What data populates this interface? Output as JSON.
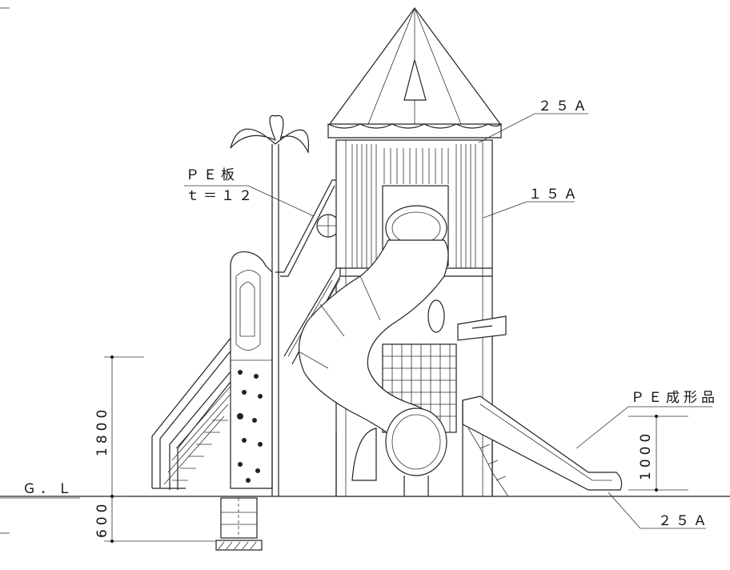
{
  "annotations": {
    "pipe_25a_top": "２５Ａ",
    "pipe_15a": "１５Ａ",
    "pe_board": "ＰＥ板",
    "pe_thickness": "ｔ＝１２",
    "pe_molded": "ＰＥ成形品",
    "pipe_25a_bottom": "２５Ａ",
    "ground_level": "Ｇ．Ｌ"
  },
  "dimensions": {
    "height_left": "1800",
    "depth_left": "600",
    "height_slide": "1000"
  }
}
